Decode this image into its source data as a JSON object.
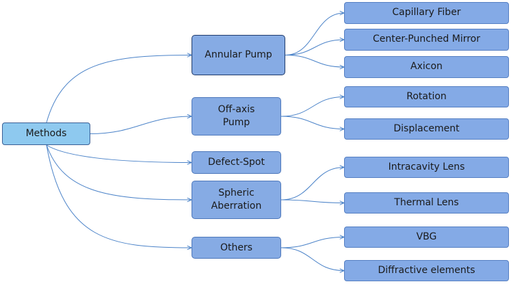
{
  "diagram": {
    "root": {
      "label": "Methods"
    },
    "categories": [
      {
        "id": "annular",
        "label": "Annular Pump",
        "children": [
          {
            "label": "Capillary Fiber"
          },
          {
            "label": "Center-Punched Mirror"
          },
          {
            "label": "Axicon"
          }
        ]
      },
      {
        "id": "offaxis",
        "label": "Off-axis\nPump",
        "children": [
          {
            "label": "Rotation"
          },
          {
            "label": "Displacement"
          }
        ]
      },
      {
        "id": "defect",
        "label": "Defect-Spot",
        "children": []
      },
      {
        "id": "spheric",
        "label": "Spheric\nAberration",
        "children": [
          {
            "label": "Intracavity Lens"
          },
          {
            "label": "Thermal Lens"
          }
        ]
      },
      {
        "id": "others",
        "label": "Others",
        "children": [
          {
            "label": "VBG"
          },
          {
            "label": "Diffractive elements"
          }
        ]
      }
    ],
    "colors": {
      "root_fill": "#8ec9ef",
      "node_fill": "#84aae6",
      "node_border": "#4d77ba",
      "connector": "#4a82c8"
    }
  }
}
